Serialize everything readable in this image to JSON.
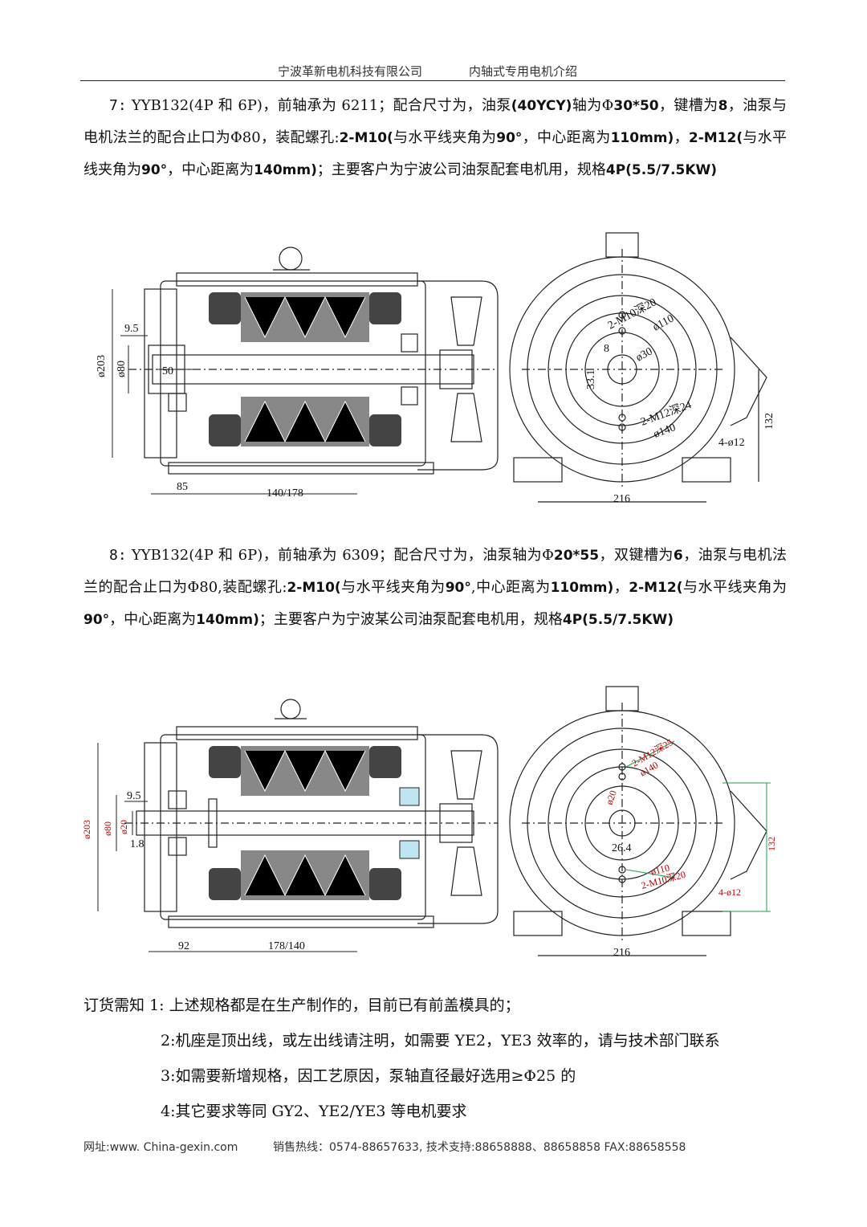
{
  "header": {
    "company": "宁波革新电机科技有限公司",
    "doc_title": "内轴式专用电机介绍"
  },
  "section7": {
    "label": "7:",
    "text_a": "YYB132(4P 和 6P)，前轴承为 6211；配合尺寸为，油泵",
    "bold_a": "(40YCY)",
    "text_b": "轴为Φ",
    "bold_b": "30*50",
    "text_c": "，键槽为",
    "bold_c": "8",
    "text_d": "，油泵与电机法兰的配合止口为Φ80，装配螺孔:",
    "bold_d": "2-M10(",
    "text_e": "与水平线夹角为",
    "bold_e": "90°",
    "text_f": "，中心距离为",
    "bold_f": "110mm)",
    "text_g": "，",
    "bold_g": "2-M12(",
    "text_h": "与水平线夹角为",
    "bold_h": "90°",
    "text_i": "，中心距离为",
    "bold_i": "140mm)",
    "text_j": "；主要客户为宁波公司油泵配套电机用，规格",
    "bold_j": "4P(5.5/7.5KW)"
  },
  "drawing7": {
    "dims": {
      "d95": "9.5",
      "d203": "ø203",
      "d80": "ø80",
      "d50": "50",
      "d85": "85",
      "d140_178": "140/178",
      "m10": "2-M10深20",
      "d110": "ø110",
      "key8": "8",
      "d30": "ø30",
      "d331": "33.1",
      "m12": "2-M12深24",
      "d140": "ø140",
      "d132": "132",
      "holes": "4-ø12",
      "d216": "216"
    }
  },
  "section8": {
    "label": "8:",
    "text_a": "YYB132(4P 和 6P)，前轴承为 6309；配合尺寸为，油泵轴为Φ",
    "bold_a": "20*55",
    "text_b": "，双键槽为",
    "bold_b": "6",
    "text_c": "，油泵与电机法兰的配合止口为Φ80,装配螺孔:",
    "bold_c": "2-M10(",
    "text_d": "与水平线夹角为",
    "bold_d": "90°",
    "text_e": ",中心距离为",
    "bold_e": "110mm)",
    "text_f": "，",
    "bold_f": "2-M12(",
    "text_g": "与水平线夹角为",
    "bold_g": "90°",
    "text_h": "，中心距离为",
    "bold_h": "140mm)",
    "text_i": "；主要客户为宁波某公司油泵配套电机用，规格",
    "bold_i": "4P(5.5/7.5KW)"
  },
  "drawing8": {
    "dims": {
      "d203": "ø203",
      "d80": "ø80",
      "d20": "ø20",
      "d95": "9.5",
      "d18": "1.8",
      "d92": "92",
      "d178_140": "178/140",
      "m12": "2-M12深25",
      "d140": "ø140",
      "d20b": "ø20",
      "d264": "26.4",
      "d110": "ø110",
      "m10": "2-M10深20",
      "d132": "132",
      "holes": "4-ø12",
      "d216": "216"
    }
  },
  "notes": {
    "prefix": "订货需知",
    "items": [
      "1: 上述规格都是在生产制作的，目前已有前盖模具的；",
      "2:机座是顶出线，或左出线请注明，如需要 YE2，YE3 效率的，请与技术部门联系",
      "3:如需要新增规格，因工艺原因，泵轴直径最好选用≥Φ25 的",
      "4:其它要求等同 GY2、YE2/YE3  等电机要求"
    ]
  },
  "footer": {
    "website": "网址:www. China-gexin.com",
    "contact": "销售热线：0574-88657633, 技术支持:88658888、88658858 FAX:88658558"
  }
}
